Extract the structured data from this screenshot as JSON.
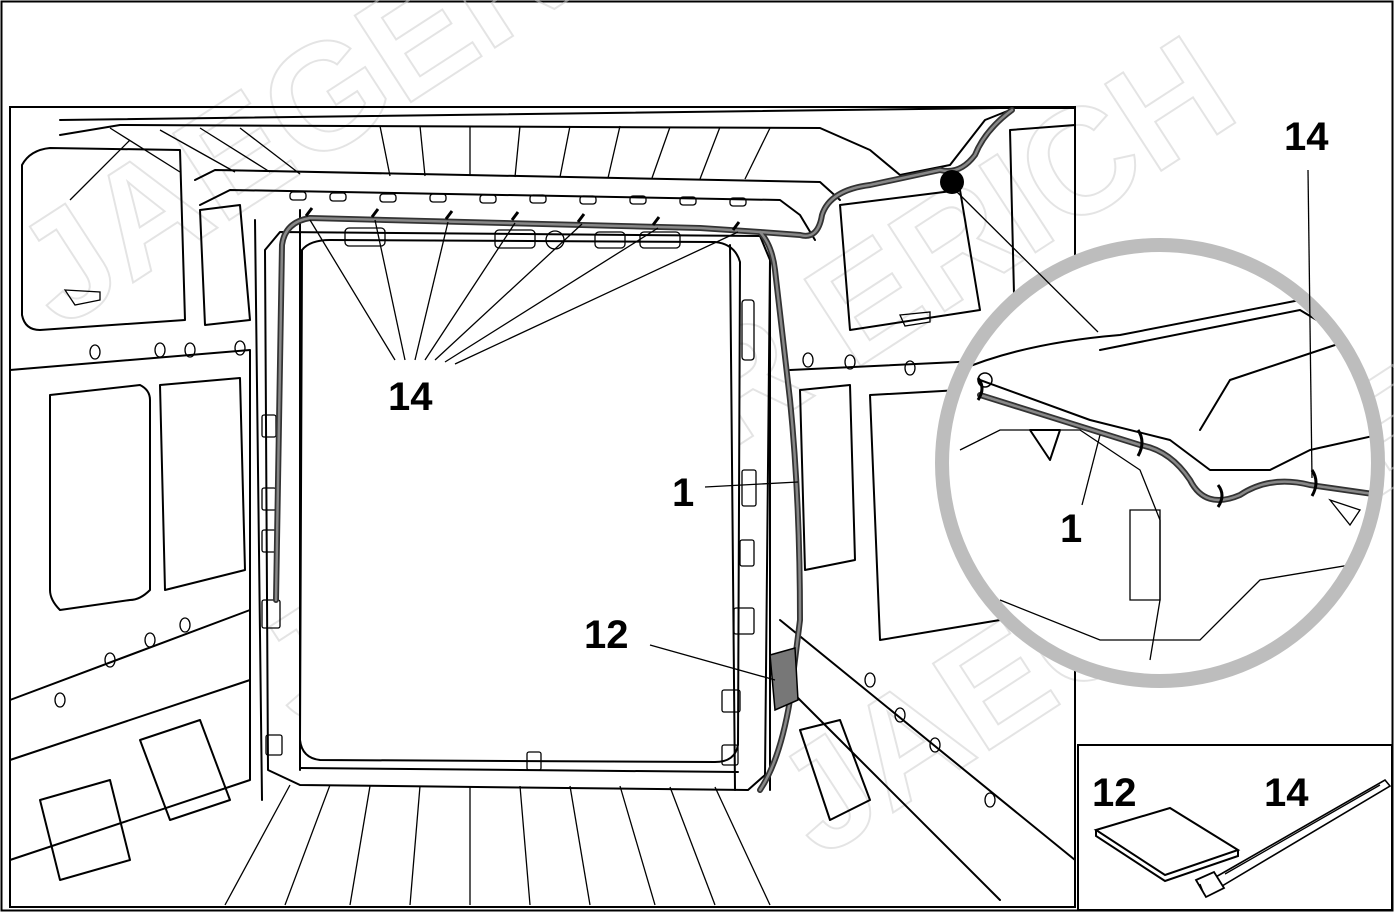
{
  "watermark": "JAEGER ERICH",
  "callouts": {
    "ties_main": "14",
    "ties_detail": "14",
    "cable_main": "1",
    "cable_detail": "1",
    "pad_main": "12",
    "kit_pad": "12",
    "kit_tie": "14"
  }
}
